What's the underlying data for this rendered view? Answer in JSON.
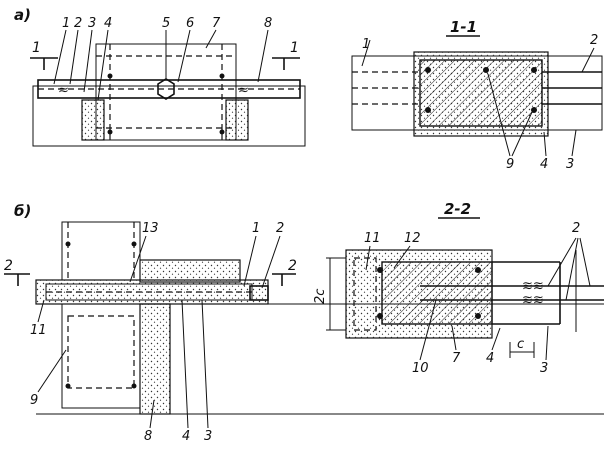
{
  "panels": {
    "a": {
      "label": "а)",
      "section_marks": [
        "1",
        "1"
      ],
      "callouts": [
        "1",
        "2",
        "3",
        "4",
        "5",
        "6",
        "7",
        "8"
      ]
    },
    "section_1_1": {
      "title": "1-1",
      "callouts": [
        "1",
        "2",
        "9",
        "4",
        "3"
      ]
    },
    "b": {
      "label": "б)",
      "section_marks": [
        "2",
        "2"
      ],
      "callouts": [
        "13",
        "1",
        "2",
        "11",
        "9",
        "8",
        "4",
        "3"
      ]
    },
    "section_2_2": {
      "title": "2-2",
      "callouts": [
        "11",
        "12",
        "2",
        "10",
        "7",
        "4",
        "3"
      ],
      "dimensions": [
        "2c",
        "c"
      ]
    }
  },
  "colors": {
    "ink": "#111111",
    "paper": "#ffffff"
  }
}
